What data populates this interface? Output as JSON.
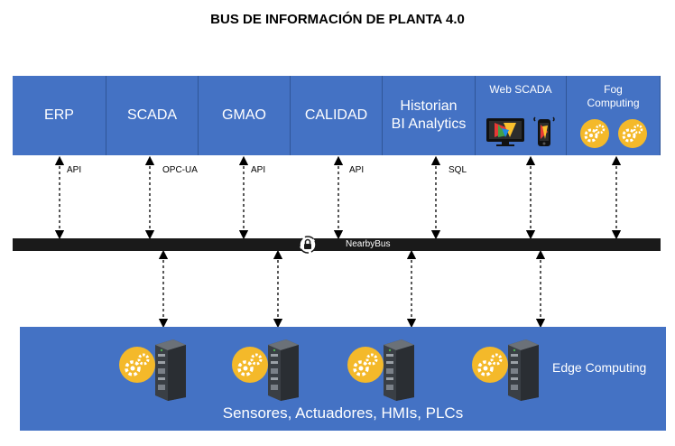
{
  "title": "BUS DE INFORMACIÓN DE PLANTA 4.0",
  "systems": [
    {
      "label": "ERP",
      "protocol": "API"
    },
    {
      "label": "SCADA",
      "protocol": "OPC-UA"
    },
    {
      "label": "GMAO",
      "protocol": "API"
    },
    {
      "label": "CALIDAD",
      "protocol": "API"
    },
    {
      "label_line1": "Historian",
      "label_line2": "BI Analytics",
      "protocol": "SQL"
    },
    {
      "label": "Web SCADA",
      "protocol": ""
    },
    {
      "label_line1": "Fog",
      "label_line2": "Computing",
      "protocol": ""
    }
  ],
  "bus": {
    "label": "NearbyBus"
  },
  "bottom": {
    "edge_label": "Edge Computing",
    "main_label": "Sensores, Actuadores, HMIs, PLCs"
  },
  "icons": {
    "gear": "gear-icon",
    "device": "edge-device-icon",
    "monitor": "monitor-icon",
    "phone": "smartphone-icon",
    "lock": "lock-icon"
  },
  "colors": {
    "box_blue": "#4472c4",
    "bus_black": "#1a1a1a",
    "gear_yellow": "#f4b92a"
  }
}
